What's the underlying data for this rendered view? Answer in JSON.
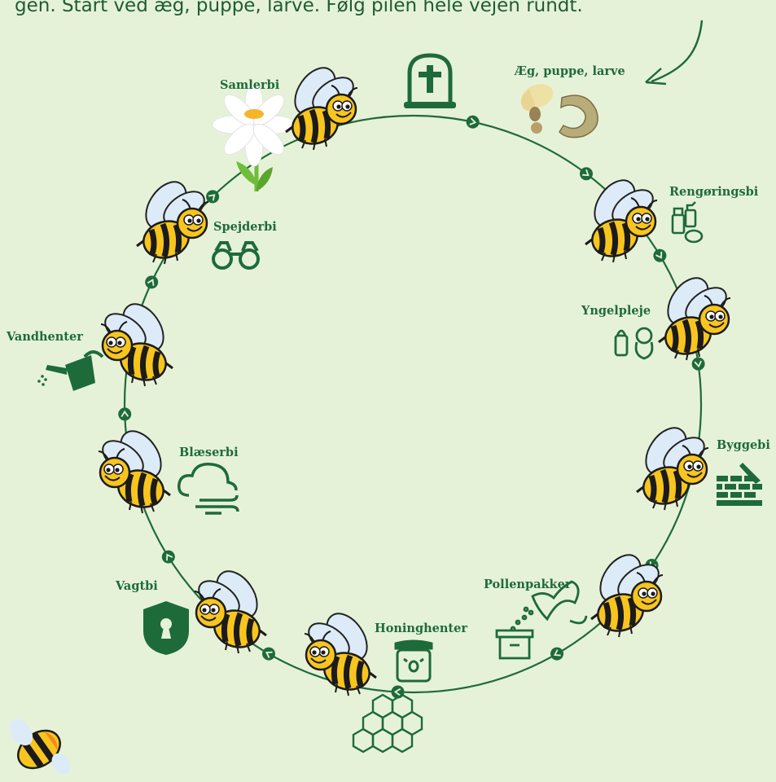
{
  "intro_text": "gen. Start ved æg, puppe, larve. Følg pilen hele vejen rundt.",
  "colors": {
    "background": "#e6f2d8",
    "green": "#1e6b3a",
    "bee_yellow": "#f7c51e",
    "bee_black": "#1b1b1b",
    "wing": "#dcebf7"
  },
  "stages": [
    {
      "id": "egg",
      "label": "Æg, puppe, larve",
      "icon": "larva-pupa-egg-icon"
    },
    {
      "id": "cleaner",
      "label": "Rengøringsbi",
      "icon": "cleaning-supplies-icon"
    },
    {
      "id": "nurse",
      "label": "Yngelpleje",
      "icon": "baby-bottle-icon"
    },
    {
      "id": "builder",
      "label": "Byggebi",
      "icon": "brick-wall-trowel-icon"
    },
    {
      "id": "pollen",
      "label": "Pollenpakker",
      "icon": "flower-pollen-box-icon"
    },
    {
      "id": "honey",
      "label": "Honinghenter",
      "icon": "honey-jar-icon"
    },
    {
      "id": "guard",
      "label": "Vagtbi",
      "icon": "shield-keyhole-icon"
    },
    {
      "id": "fanner",
      "label": "Blæserbi",
      "icon": "wind-cloud-icon"
    },
    {
      "id": "water",
      "label": "Vandhenter",
      "icon": "watering-can-icon"
    },
    {
      "id": "scout",
      "label": "Spejderbi",
      "icon": "binoculars-icon"
    },
    {
      "id": "forager",
      "label": "Samlerbi",
      "icon": "daisy-flower-icon"
    },
    {
      "id": "death",
      "label": "",
      "icon": "gravestone-cross-icon"
    }
  ]
}
